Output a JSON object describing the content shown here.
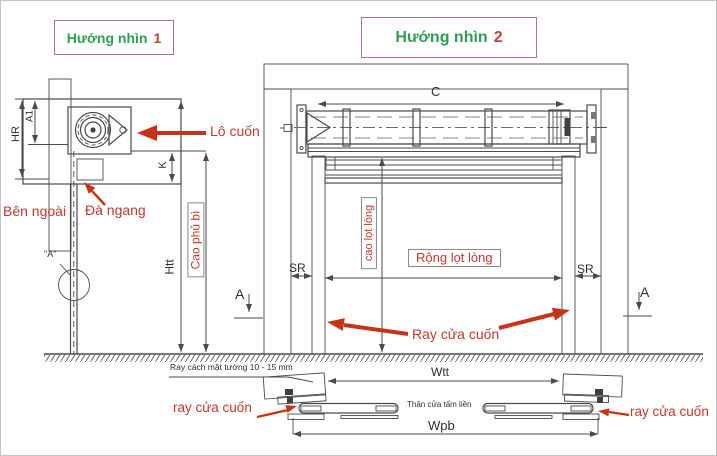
{
  "colors": {
    "red": "#c0392b",
    "arrow_red": "#c63317",
    "green": "#2e9e53",
    "line": "#4a4a4a",
    "box_border": "#aa7a6e"
  },
  "view1": {
    "title": "Hướng nhìn",
    "title_number": "1",
    "labels": {
      "lo_cuon": "Lô cuốn",
      "ben_ngoai": "Bên ngoài",
      "da_ngang": "Đà ngang",
      "cao_phu_bi": "Cao phủ bì",
      "detail_a": "\"A\""
    },
    "dims": {
      "hr": "HR",
      "a1": "A1",
      "k": "K",
      "htt": "Htt"
    }
  },
  "view2": {
    "title": "Hướng nhìn",
    "title_number": "2",
    "labels": {
      "c": "C",
      "cao_lot_long": "cao lọt lòng",
      "rong_lot_long": "Rộng lọt lòng",
      "sr_left": "SR",
      "sr_right": "SR",
      "section_a_left": "A",
      "section_a_right": "A",
      "ray_cua_cuon": "Ray cửa cuốn"
    }
  },
  "section": {
    "note": "Ray cách mặt tường 10 - 15 mm",
    "wtt": "Wtt",
    "wpb": "Wpb",
    "than_cua": "Thân cửa tấm liền",
    "ray_left": "ray cửa cuốn",
    "ray_right": "ray cửa cuốn"
  }
}
